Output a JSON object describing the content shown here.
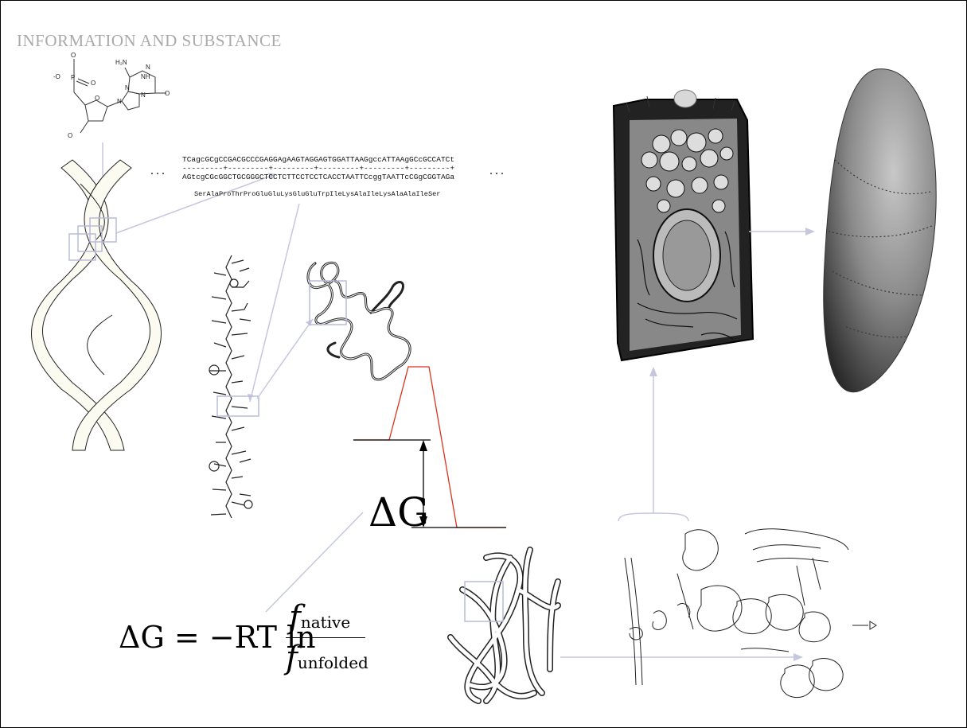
{
  "title": "INFORMATION AND SUBSTANCE",
  "sequence": {
    "top_strand": "TCagcGCgCCGACGCCCGAGGAgAAGTAGGAGTGGATTAAGgccATTAAgGCcGCCATCt",
    "ruler": "---------+---------+---------+---------+---------+---------+",
    "bottom_strand": "AGtcgCGcGGCTGCGGGCTCCTCTTCCTCCTCACCTAATTCcggTAATTcCGgCGGTAGa",
    "protein": "SerAlaProThrProGluGluLysGluGluTrpIleLysAlaIleLysAlaAlaIleSer",
    "ellipsis_left": "...",
    "ellipsis_right": "..."
  },
  "molecule_labels": {
    "o_top": "O",
    "o_left": "-O",
    "p": "P",
    "o_right": "O",
    "o_ring": "O",
    "o_bottom": "O",
    "h2n": "H₂N",
    "nh": "NH",
    "n1": "N",
    "n2": "N",
    "n3": "N",
    "n4": "N",
    "o_keto": "O"
  },
  "energy": {
    "delta_g_label": "ΔG"
  },
  "equation": {
    "lhs": "ΔG = −RT ln",
    "numerator": "f",
    "numerator_sub": "native",
    "denominator": "f",
    "denominator_sub": "unfolded"
  },
  "colors": {
    "connector": "#c5c7dd",
    "energy_curve": "#d9331a",
    "title": "#aaaaaa"
  }
}
